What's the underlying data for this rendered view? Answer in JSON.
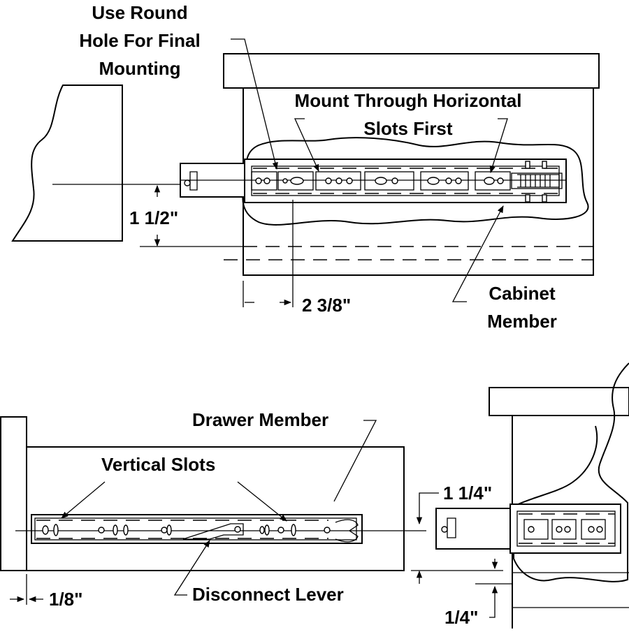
{
  "colors": {
    "line": "#000000",
    "background": "#ffffff"
  },
  "top_view": {
    "round_hole_label": [
      "Use Round",
      "Hole For Final",
      "Mounting"
    ],
    "horizontal_slots_label": [
      "Mount Through Horizontal",
      "Slots First"
    ],
    "cabinet_member_label": [
      "Cabinet",
      "Member"
    ],
    "dim_height": "1 1/2\"",
    "dim_setback": "2 3/8\""
  },
  "bottom_view": {
    "drawer_member_label": "Drawer Member",
    "vertical_slots_label": "Vertical Slots",
    "disconnect_lever_label": "Disconnect Lever",
    "dim_front": "1/8\"",
    "dim_height": "1 1/4\"",
    "dim_bottom": "1/4\""
  }
}
